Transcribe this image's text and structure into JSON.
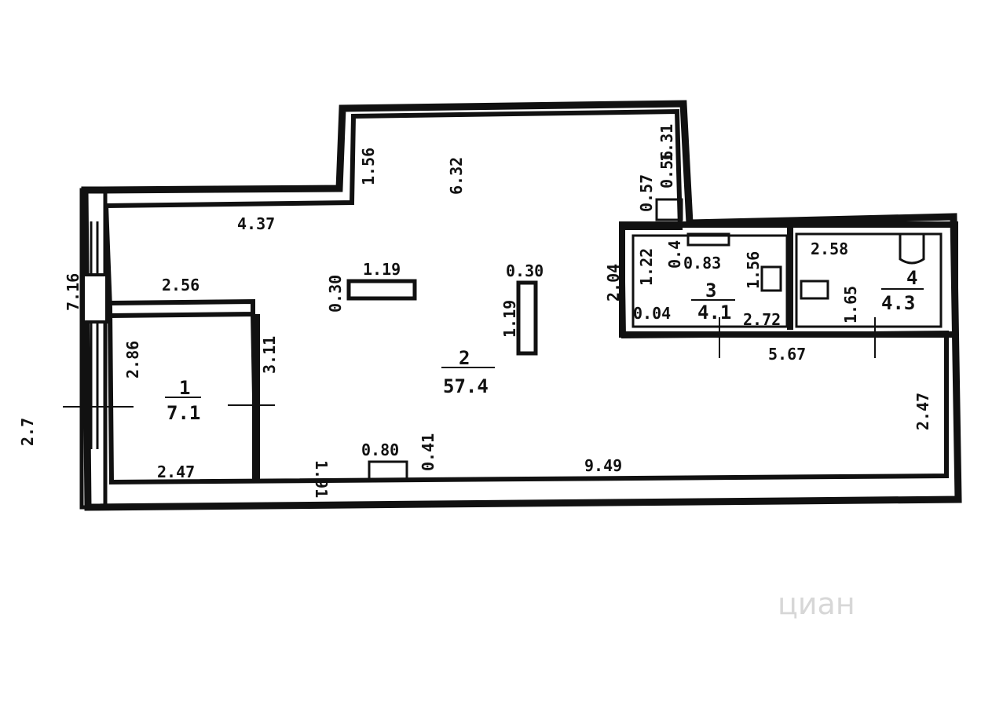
{
  "rooms": [
    {
      "number": "1",
      "area": "7.1"
    },
    {
      "number": "2",
      "area": "57.4"
    },
    {
      "number": "3",
      "area": "4.1"
    },
    {
      "number": "4",
      "area": "4.3"
    }
  ],
  "dimensions": {
    "top_step": "1.56",
    "main_depth": "6.32",
    "top_right": "1.31",
    "small_a": "0.57",
    "small_b": "0.56",
    "upper_left_wall": "4.37",
    "left_total": "7.16",
    "room1_top": "2.56",
    "column1_h": "0.30",
    "column1_w": "1.19",
    "column2_w": "0.30",
    "column2_h": "1.19",
    "room3_left": "2.04",
    "room3_wall": "1.22",
    "room3_small": "0.4",
    "room3_top": "0.83",
    "room3_side": "1.56",
    "room3_bottom_left": "0.04",
    "room3_bottom": "2.72",
    "room4_top": "2.58",
    "room4_side": "1.65",
    "right_block": "5.67",
    "room1_left": "2.86",
    "room1_right": "3.11",
    "window_left": "2.7",
    "room1_bottom": "2.47",
    "bottom_left": "1.91",
    "niche_w": "0.80",
    "niche_d": "0.41",
    "bottom_total": "9.49",
    "right_lower": "2.47"
  },
  "watermark": {
    "text": "циан"
  }
}
